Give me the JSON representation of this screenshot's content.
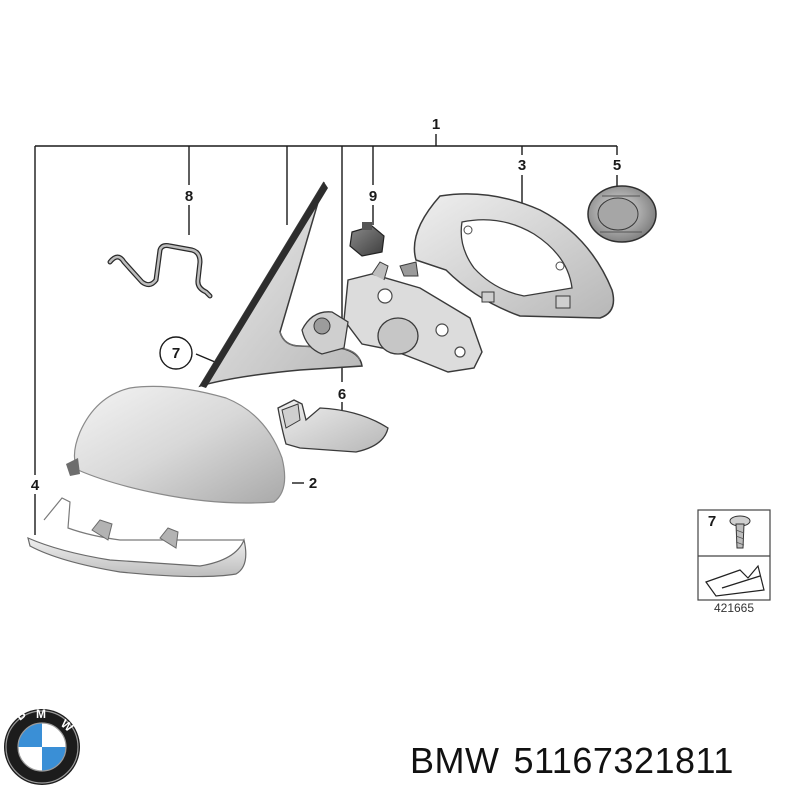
{
  "diagram": {
    "callouts": {
      "c1": "1",
      "c2": "2",
      "c3": "3",
      "c4": "4",
      "c5": "5",
      "c6": "6",
      "c7": "7",
      "c8": "8",
      "c9": "9"
    },
    "hardware_box": {
      "item": "7",
      "ref_number": "421665"
    }
  },
  "caption": {
    "brand": "BMW",
    "part_number": "51167321811"
  },
  "colors": {
    "part_gray": "#d9d9d9",
    "line": "#1a1a1a",
    "logo_blue": "#3a8fd6"
  }
}
